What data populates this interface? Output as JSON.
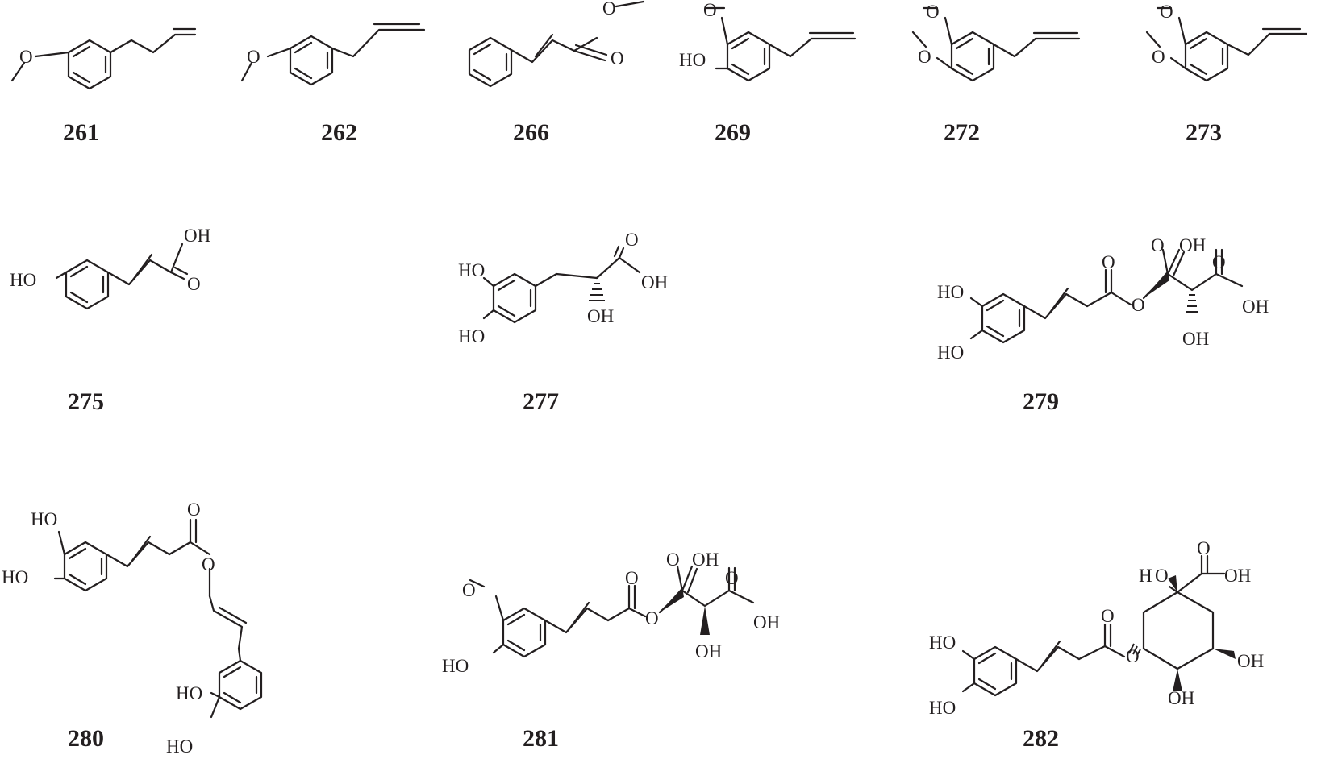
{
  "compounds": [
    {
      "id": "261",
      "atoms": [
        "O"
      ]
    },
    {
      "id": "262",
      "atoms": [
        "O"
      ]
    },
    {
      "id": "266",
      "atoms": [
        "O",
        "O"
      ]
    },
    {
      "id": "269",
      "atoms": [
        "O",
        "HO"
      ]
    },
    {
      "id": "272",
      "atoms": [
        "O",
        "O"
      ]
    },
    {
      "id": "273",
      "atoms": [
        "O",
        "O"
      ]
    },
    {
      "id": "275",
      "atoms": [
        "HO",
        "OH",
        "O"
      ]
    },
    {
      "id": "277",
      "atoms": [
        "HO",
        "HO",
        "O",
        "OH",
        "OH"
      ]
    },
    {
      "id": "279",
      "atoms": [
        "HO",
        "HO",
        "O",
        "O",
        "O",
        "OH",
        "O",
        "OH",
        "OH"
      ]
    },
    {
      "id": "280",
      "atoms": [
        "HO",
        "HO",
        "O",
        "O",
        "HO",
        "HO"
      ]
    },
    {
      "id": "281",
      "atoms": [
        "O",
        "HO",
        "O",
        "O",
        "O",
        "OH",
        "O",
        "OH",
        "OH"
      ]
    },
    {
      "id": "282",
      "atoms": [
        "HO",
        "HO",
        "O",
        "O",
        "H",
        "O",
        "O",
        "OH",
        "OH",
        "OH"
      ]
    }
  ]
}
